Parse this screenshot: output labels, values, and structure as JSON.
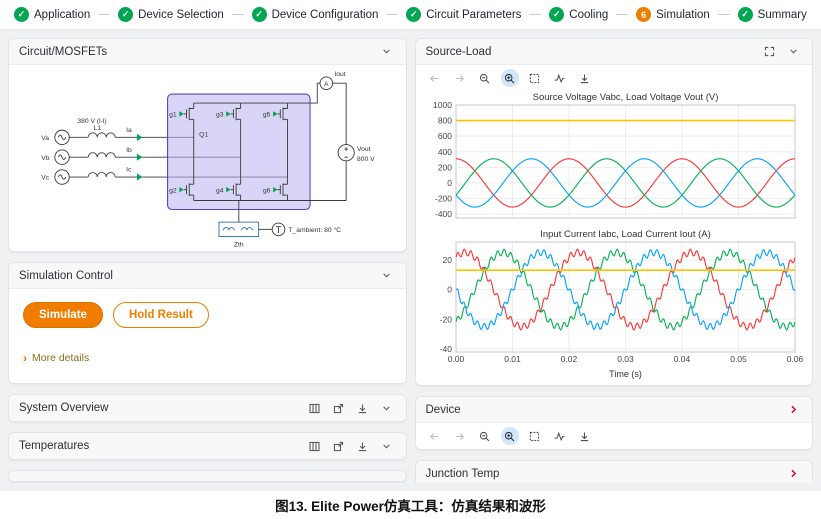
{
  "stepper": {
    "check_glyph": "✓",
    "steps": [
      {
        "label": "Application",
        "state": "done"
      },
      {
        "label": "Device Selection",
        "state": "done"
      },
      {
        "label": "Device Configuration",
        "state": "done"
      },
      {
        "label": "Circuit Parameters",
        "state": "done"
      },
      {
        "label": "Cooling",
        "state": "done"
      },
      {
        "label": "Simulation",
        "state": "current",
        "number": "6"
      },
      {
        "label": "Summary",
        "state": "done"
      }
    ]
  },
  "panels": {
    "circuit": {
      "title": "Circuit/MOSFETs"
    },
    "simulation_control": {
      "title": "Simulation Control",
      "simulate_label": "Simulate",
      "hold_label": "Hold Result",
      "more_details": "More details"
    },
    "system_overview": {
      "title": "System Overview"
    },
    "temperatures": {
      "title": "Temperatures"
    },
    "source_load": {
      "title": "Source-Load"
    },
    "device": {
      "title": "Device"
    },
    "junction_temp": {
      "title": "Junction Temp"
    }
  },
  "circuit": {
    "supply_label": "380 V (l-l)",
    "inductor_label": "L1",
    "sources": [
      "Va",
      "Vb",
      "Vc"
    ],
    "currents": [
      "Ia",
      "Ib",
      "Ic"
    ],
    "gates": [
      "g1",
      "g2",
      "g3",
      "g4",
      "g5",
      "g6"
    ],
    "module_label": "Q1",
    "ammeter_label": "A",
    "output_current_label": "Iout",
    "output_voltage_label": "Vout",
    "output_voltage_value": "800 V",
    "thermal_label": "Zth",
    "ambient_label": "T_ambient: 80 °C"
  },
  "chart_data": [
    {
      "type": "line",
      "title": "Source Voltage Vabc, Load Voltage Vout (V)",
      "x_range": [
        0,
        0.06
      ],
      "ylim": [
        -450,
        1000
      ],
      "yticks": [
        -400,
        -200,
        0,
        200,
        400,
        600,
        800,
        1000
      ],
      "xticks": [
        0,
        0.01,
        0.02,
        0.03,
        0.04,
        0.05,
        0.06
      ],
      "show_xticks": false,
      "xlabel": "",
      "grid": true,
      "series": [
        {
          "name": "Va",
          "kind": "sine",
          "amplitude": 310,
          "frequency": 50,
          "phase_deg": 90,
          "color": "#ff3030"
        },
        {
          "name": "Vb",
          "kind": "sine",
          "amplitude": 310,
          "frequency": 50,
          "phase_deg": -30,
          "color": "#00b050"
        },
        {
          "name": "Vc",
          "kind": "sine",
          "amplitude": 310,
          "frequency": 50,
          "phase_deg": 210,
          "color": "#00a0ff"
        },
        {
          "name": "Vout",
          "kind": "const",
          "value": 800,
          "color": "#ffc400"
        }
      ]
    },
    {
      "type": "line",
      "title": "Input Current Iabc, Load Current Iout (A)",
      "x_range": [
        0,
        0.06
      ],
      "ylim": [
        -42,
        32
      ],
      "yticks": [
        -40,
        -20,
        0,
        20
      ],
      "xticks": [
        0,
        0.01,
        0.02,
        0.03,
        0.04,
        0.05,
        0.06
      ],
      "show_xticks": true,
      "xtick_decimals": 2,
      "xlabel": "Time (s)",
      "grid": true,
      "series": [
        {
          "name": "Ia",
          "kind": "sine",
          "amplitude": 25,
          "frequency": 50,
          "phase_deg": 60,
          "color": "#ff3030",
          "ripple_amplitude": 2.2,
          "ripple_frequency": 850
        },
        {
          "name": "Ib",
          "kind": "sine",
          "amplitude": 25,
          "frequency": 50,
          "phase_deg": -60,
          "color": "#00b050",
          "ripple_amplitude": 2.2,
          "ripple_frequency": 850
        },
        {
          "name": "Ic",
          "kind": "sine",
          "amplitude": 25,
          "frequency": 50,
          "phase_deg": 180,
          "color": "#00a0ff",
          "ripple_amplitude": 2.2,
          "ripple_frequency": 850
        },
        {
          "name": "Iout",
          "kind": "const",
          "value": 13,
          "color": "#ffc400"
        }
      ]
    }
  ],
  "icons": {
    "panel_collapse": "chevron-down",
    "panel_expand": "expand-corners",
    "panel_nav": "chevron-right",
    "header_tools": [
      "columns",
      "export",
      "download"
    ],
    "chart_toolbar": [
      "back",
      "forward",
      "zoom-out",
      "zoom-in-selected",
      "box-zoom",
      "autoscale",
      "download"
    ]
  },
  "colors": {
    "accent_green": "#00a651",
    "accent_orange": "#f07d00",
    "accent_red": "#e4002b",
    "zoom_highlight": "#cfe6fb",
    "bridge_fill": "#b9b2f0",
    "series_red": "#ff3030",
    "series_green": "#00b050",
    "series_blue": "#00a0ff",
    "series_yellow": "#ffc400"
  },
  "caption": "图13. Elite Power仿真工具：仿真结果和波形"
}
